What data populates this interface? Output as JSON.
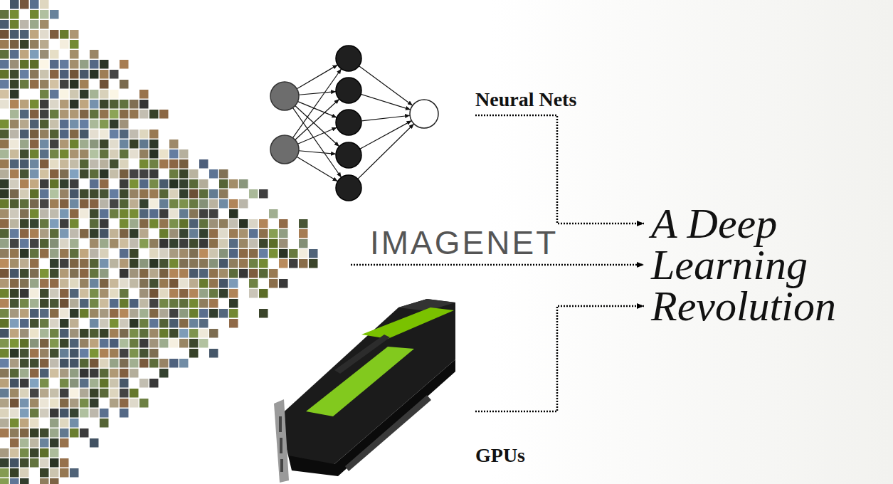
{
  "diagram": {
    "nodes": [
      {
        "text": [
          "Neural Nets"
        ]
      },
      {
        "text": [
          "IMAGENET"
        ]
      },
      {
        "text": [
          "GPUs"
        ]
      },
      {
        "text": [
          "A Deep Learning Revolution"
        ]
      }
    ],
    "edges": [
      {
        "from": 0,
        "to": 3,
        "arrow": "to"
      },
      {
        "from": 1,
        "to": 3,
        "arrow": "to"
      },
      {
        "from": 2,
        "to": 3,
        "arrow": "to"
      }
    ]
  }
}
